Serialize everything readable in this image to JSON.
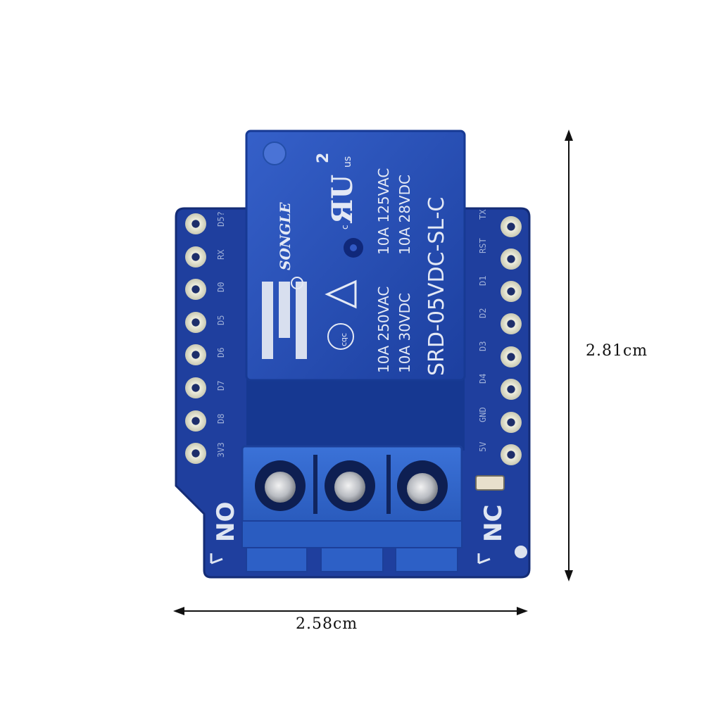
{
  "dimensions": {
    "width_label": "2.58cm",
    "height_label": "2.81cm"
  },
  "relay": {
    "brand": "SONGLE",
    "ratings": [
      "10A 250VAC",
      "10A 30VDC",
      "10A 125VAC",
      "10A 28VDC"
    ],
    "model": "SRD-05VDC-SL-C",
    "certs": [
      "cqc",
      "c",
      "us",
      "2"
    ]
  },
  "pins_left": [
    "D5?",
    "RX",
    "D0",
    "D5",
    "D6",
    "D7",
    "D8",
    "3V3"
  ],
  "pins_right": [
    "TX",
    "RST",
    "D1",
    "D2",
    "D3",
    "D4",
    "GND",
    "5V"
  ],
  "terminals": {
    "left_label": "NO",
    "right_label": "NC"
  },
  "colors": {
    "pcb": "#1f3f9e",
    "pcb_dark": "#142c76",
    "relay_body": "#2a4fb8",
    "relay_dark": "#173a94",
    "terminal": "#2f63c9",
    "pad": "#d9d9c4",
    "silk": "#dfe6f2"
  }
}
